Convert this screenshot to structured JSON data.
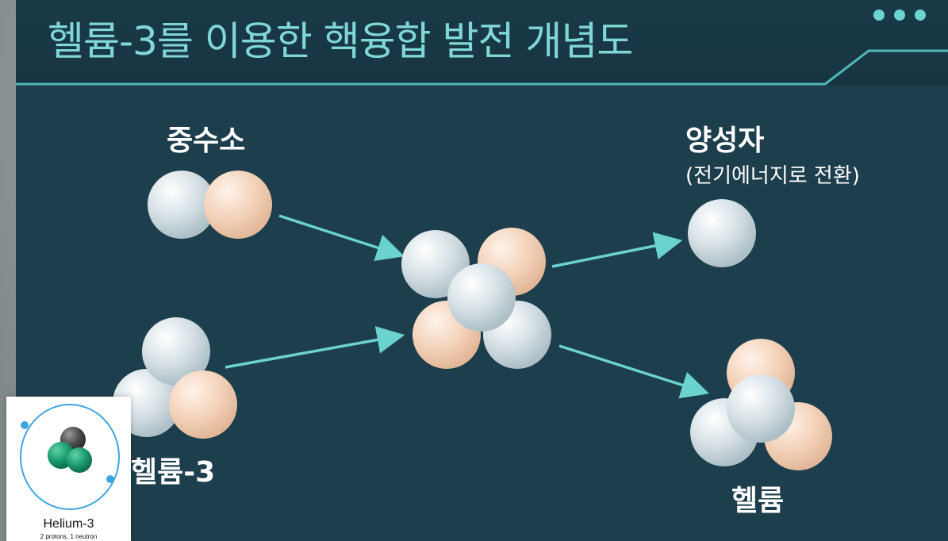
{
  "title": "헬륨-3를 이용한 핵융합 발전 개념도",
  "menu_icon": "ellipsis-icon",
  "colors": {
    "panel": "#1d3e4c",
    "title": "#7fd7d6",
    "arrow": "#6ad3cf",
    "proton": "#d6e1e6",
    "neutron": "#f4d4bc"
  },
  "labels": {
    "deuterium": "중수소",
    "proton": "양성자",
    "proton_note": "(전기에너지로 전환)",
    "helium3": "헬륨-3",
    "helium": "헬륨"
  },
  "inset": {
    "name": "Helium-3",
    "description": "2 protons, 1 neutron"
  }
}
